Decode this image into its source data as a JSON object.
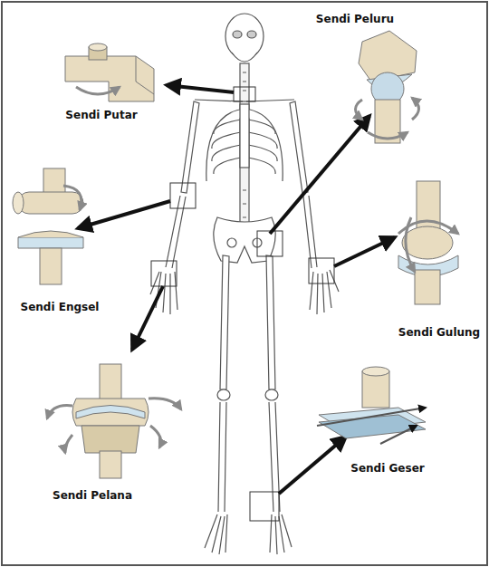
{
  "diagram": {
    "labels": [
      "Sendi Peluru",
      "Sendi Putar",
      "Sendi Engsel",
      "Sendi Gulung",
      "Sendi Geser",
      "Sendi Pelana"
    ]
  }
}
